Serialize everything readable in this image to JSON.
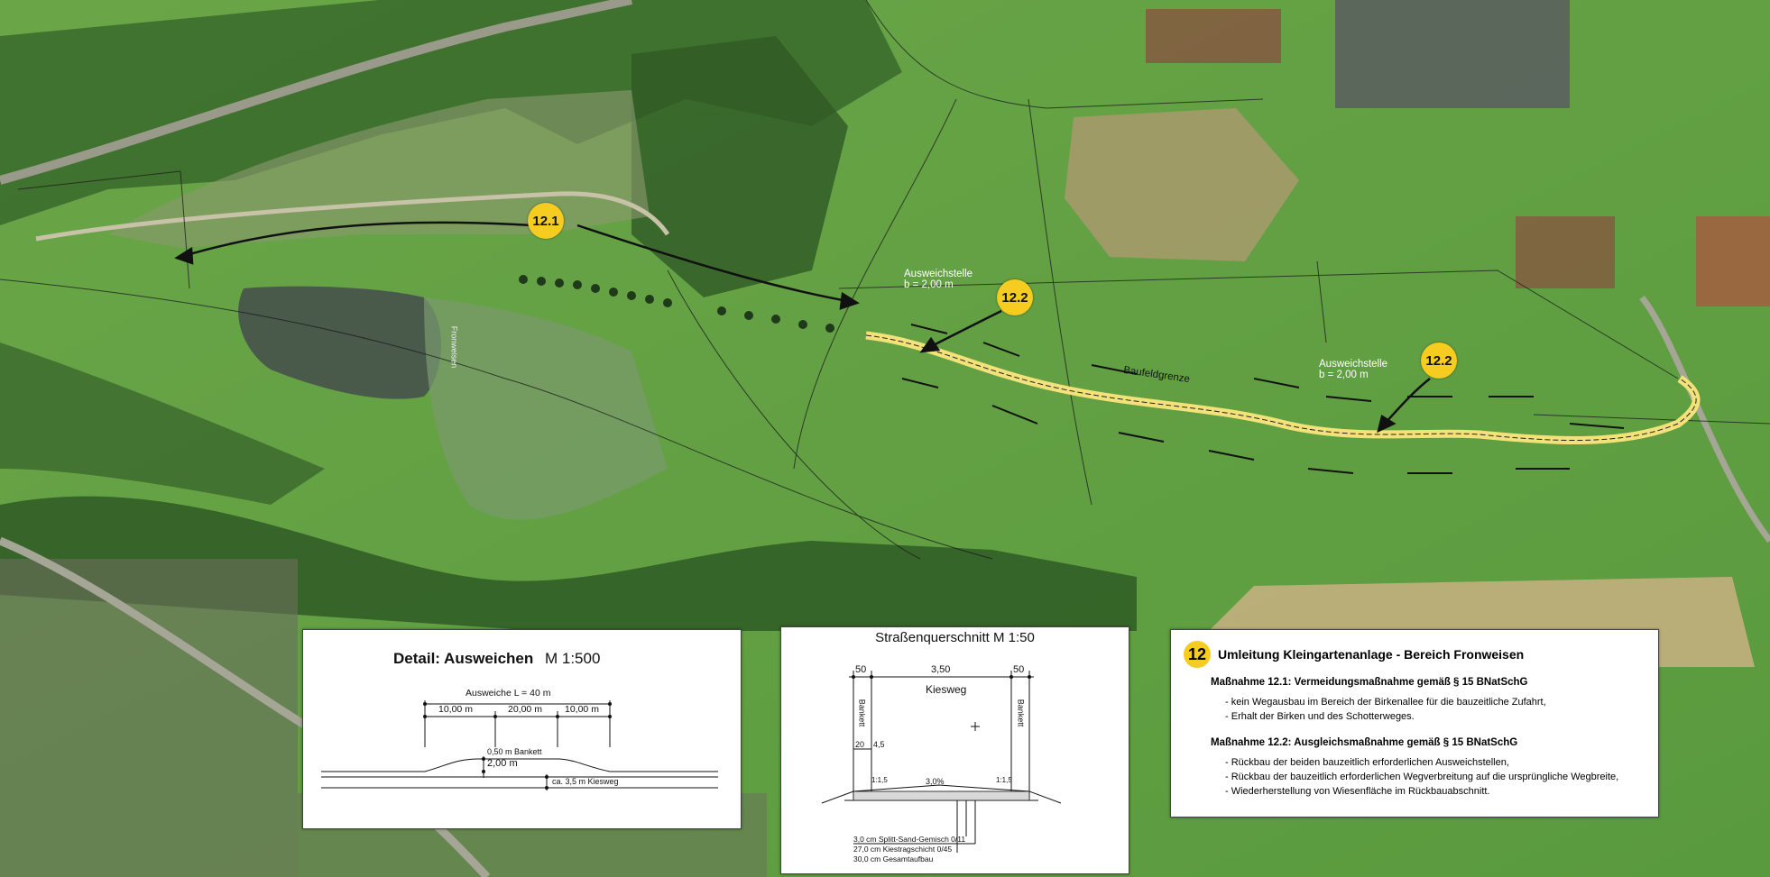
{
  "map": {
    "badges": [
      {
        "id": "badge-12-1",
        "label": "12.1"
      },
      {
        "id": "badge-12-2-west",
        "label": "12.2"
      },
      {
        "id": "badge-12-2-east",
        "label": "12.2"
      }
    ],
    "passing_places": [
      {
        "name": "Ausweichstelle",
        "width": "b = 2,00 m"
      },
      {
        "name": "Ausweichstelle",
        "width": "b = 2,00 m"
      }
    ],
    "construction_boundary": "Baufeldgrenze",
    "area_name": "Fronweisen",
    "colors": {
      "route": "#f3e27a",
      "badge": "#f5cc1f",
      "meadow": "#5e9a3f",
      "forest": "#2f5a25"
    }
  },
  "detail": {
    "title": "Detail: Ausweichen",
    "scale": "M 1:500",
    "length": "Ausweiche L = 40 m",
    "segments": [
      "10,00 m",
      "20,00 m",
      "10,00 m"
    ],
    "bankett": "0,50 m Bankett",
    "widening": "2,00 m",
    "kiesweg": "ca. 3,5 m  Kiesweg"
  },
  "section": {
    "title": "Straßenquerschnitt M 1:50",
    "left_bankett_width": "50",
    "road_width": "3,50",
    "right_bankett_width": "50",
    "surface": "Kiesweg",
    "bankett_label": "Bankett",
    "dim_20": "20",
    "dim_45": "4,5",
    "slope_left": "1:1,5",
    "slope_right": "1:1,5",
    "cross_fall": "3,0%",
    "layers": [
      "3,0 cm Splitt-Sand-Gemisch 0/11",
      "27,0 cm Kiestragschicht 0/45",
      "30,0 cm Gesamtaufbau"
    ]
  },
  "legend": {
    "number": "12",
    "title": "Umleitung Kleingartenanlage - Bereich Fronweisen",
    "measures": [
      {
        "heading": "Maßnahme 12.1: Vermeidungsmaßnahme gemäß § 15 BNatSchG",
        "items": [
          "kein Wegausbau im Bereich der Birkenallee für die bauzeitliche Zufahrt,",
          "Erhalt der Birken und des Schotterweges."
        ]
      },
      {
        "heading": "Maßnahme 12.2: Ausgleichsmaßnahme gemäß § 15 BNatSchG",
        "items": [
          "Rückbau der beiden bauzeitlich erforderlichen Ausweichstellen,",
          "Rückbau der bauzeitlich erforderlichen Wegverbreitung auf die ursprüngliche Wegbreite,",
          "Wiederherstellung von Wiesenfläche im Rückbauabschnitt."
        ]
      }
    ]
  }
}
